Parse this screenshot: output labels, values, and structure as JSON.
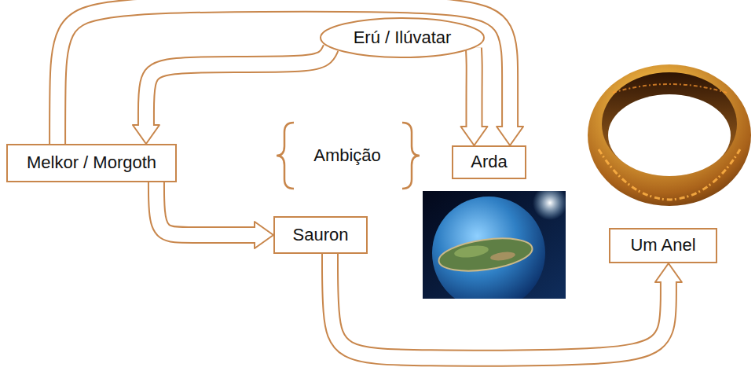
{
  "diagram": {
    "nodes": [
      {
        "text": [
          "Erú / Ilúvatar"
        ]
      },
      {
        "text": [
          "Melkor / Morgoth"
        ]
      },
      {
        "text": [
          "Arda"
        ]
      },
      {
        "text": [
          "Sauron"
        ]
      },
      {
        "text": [
          "Um Anel"
        ]
      }
    ],
    "edges": [
      {
        "from": 0,
        "to": 1,
        "arrow": "to"
      },
      {
        "from": 0,
        "to": 2,
        "arrow": "to"
      },
      {
        "from": 1,
        "to": 2,
        "arrow": "to"
      },
      {
        "from": 1,
        "to": 3,
        "arrow": "to"
      },
      {
        "from": 3,
        "to": 4,
        "arrow": "to"
      }
    ],
    "labels": [
      "Ambição"
    ]
  }
}
